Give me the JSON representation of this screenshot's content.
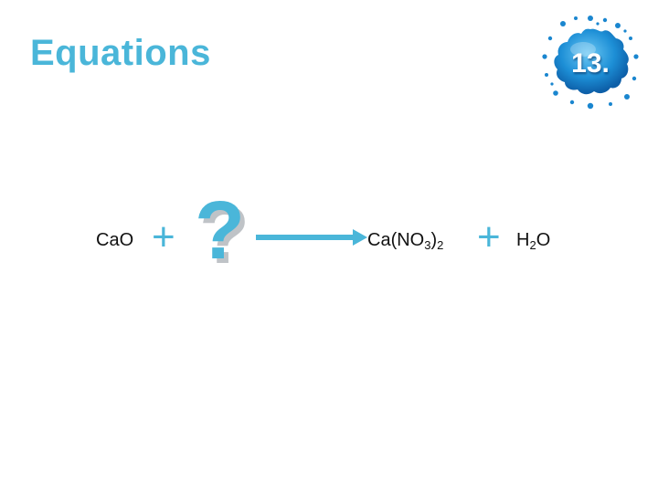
{
  "slide": {
    "title": "Equations",
    "number_badge": "13.",
    "accent_color": "#4ab6d9"
  },
  "equation": {
    "reactant_1": {
      "main": "Ca",
      "rest": "O"
    },
    "plus_1": "+",
    "unknown": "?",
    "arrow_icon": "right-arrow-icon",
    "product_1": {
      "prefix": "Ca(NO",
      "sub1": "3",
      "mid": ")",
      "sub2": "2"
    },
    "plus_2": "+",
    "product_2": {
      "prefix": "H",
      "sub1": "2",
      "suffix": "O"
    }
  }
}
